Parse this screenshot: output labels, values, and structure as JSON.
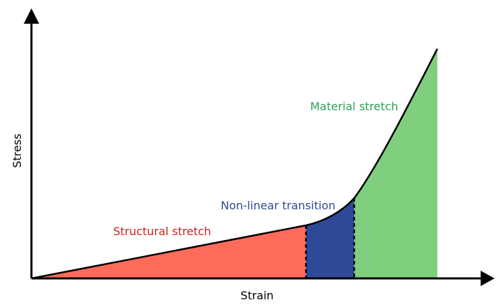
{
  "diagram": {
    "axes": {
      "x_label": "Strain",
      "y_label": "Stress"
    },
    "regions": [
      {
        "key": "structural",
        "label": "Structural stretch",
        "fill": "#FF6B5A",
        "label_color": "#CC1F1F"
      },
      {
        "key": "transition",
        "label": "Non-linear transition",
        "fill": "#2E4A96",
        "label_color": "#2E4A96"
      },
      {
        "key": "material",
        "label": "Material stretch",
        "fill": "#7FCF7F",
        "label_color": "#2E9E59"
      }
    ],
    "colors": {
      "axis": "#000000",
      "curve": "#000000",
      "boundary": "#000000"
    }
  }
}
